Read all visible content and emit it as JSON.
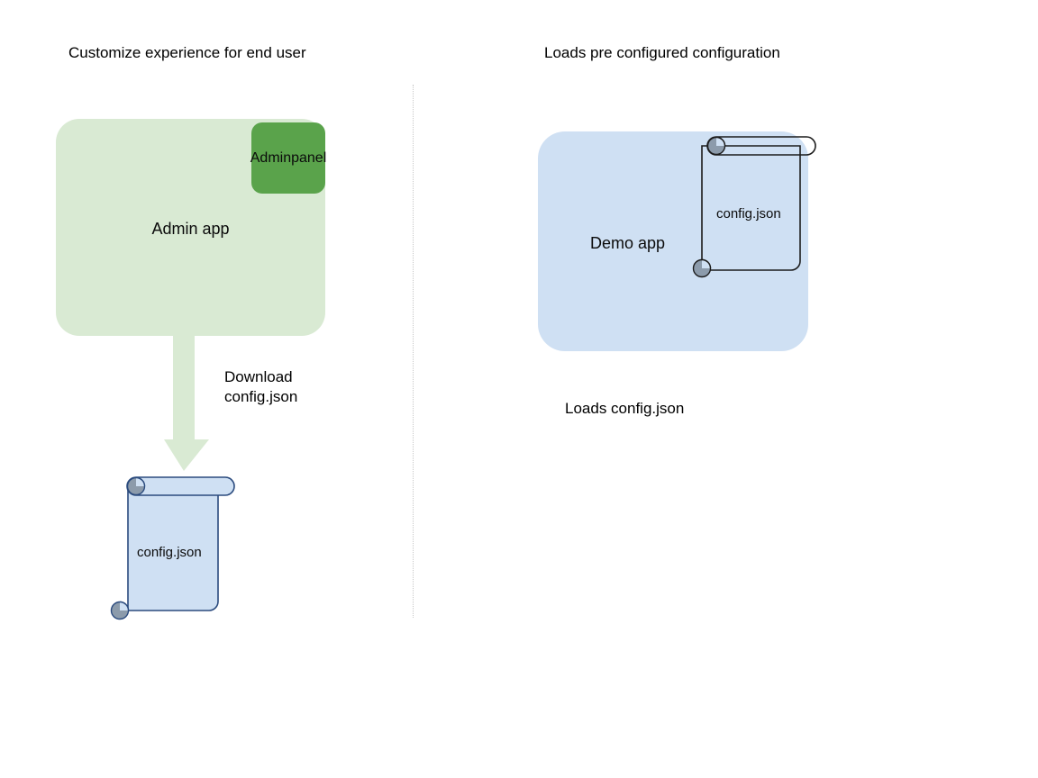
{
  "diagram": {
    "background_color": "#ffffff",
    "columns": {
      "left_title": "Customize experience for end user",
      "right_title": "Loads pre configured configuration"
    },
    "left_flow": {
      "app_box": {
        "label": "Admin app",
        "fill_color": "#d9ead3"
      },
      "panel_badge": {
        "label": "Admin panel",
        "line1": "Admin",
        "line2": "panel",
        "fill_color": "#5aa34b"
      },
      "arrow": {
        "label_line1": "Download",
        "label_line2": "config.json",
        "color": "#d9ead3",
        "direction": "down"
      },
      "document": {
        "label": "config.json",
        "fill_color": "#cfe0f3",
        "stroke_color": "#2b4b7e",
        "roll_color": "#8c9bab"
      }
    },
    "right_flow": {
      "app_box": {
        "label": "Demo app",
        "fill_color": "#cfe0f3"
      },
      "document": {
        "label": "config.json",
        "fill_color": "none",
        "stroke_color": "#1c1c1c",
        "roll_color": "#8c9bab"
      },
      "caption": "Loads config.json"
    },
    "divider": {
      "style": "dotted",
      "color": "#c8c8c8"
    }
  }
}
